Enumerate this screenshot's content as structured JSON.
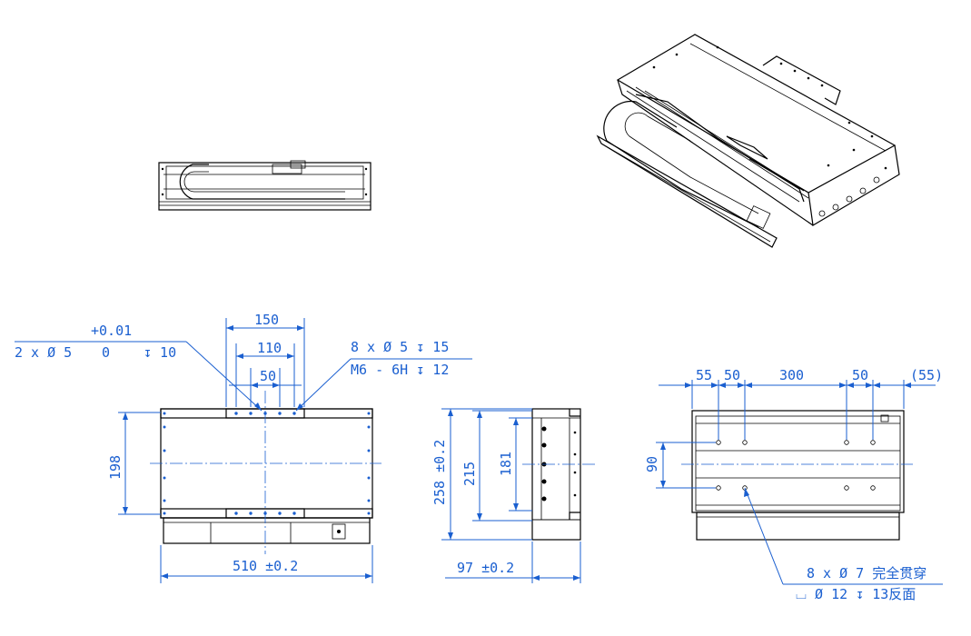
{
  "front": {
    "tol_plus": "+0.01",
    "hole_note": "2 x Ø 5",
    "tol_zero": "0",
    "depth_note": "↧ 10",
    "dim_150": "150",
    "dim_110": "110",
    "dim_50": "50",
    "thread_note_1": "8 x Ø 5 ↧ 15",
    "thread_note_2": "M6 - 6H ↧ 12",
    "dim_198": "198",
    "dim_510": "510 ±0.2"
  },
  "side": {
    "dim_258": "258 ±0.2",
    "dim_215": "215",
    "dim_181": "181",
    "dim_97": "97 ±0.2"
  },
  "bottom": {
    "dim_55": "55",
    "dim_50a": "50",
    "dim_300": "300",
    "dim_50b": "50",
    "dim_55ref": "(55)",
    "dim_90": "90",
    "hole_note": "8 x Ø 7 完全贯穿",
    "cbore_note": "⌴ Ø 12 ↧ 13反面"
  }
}
